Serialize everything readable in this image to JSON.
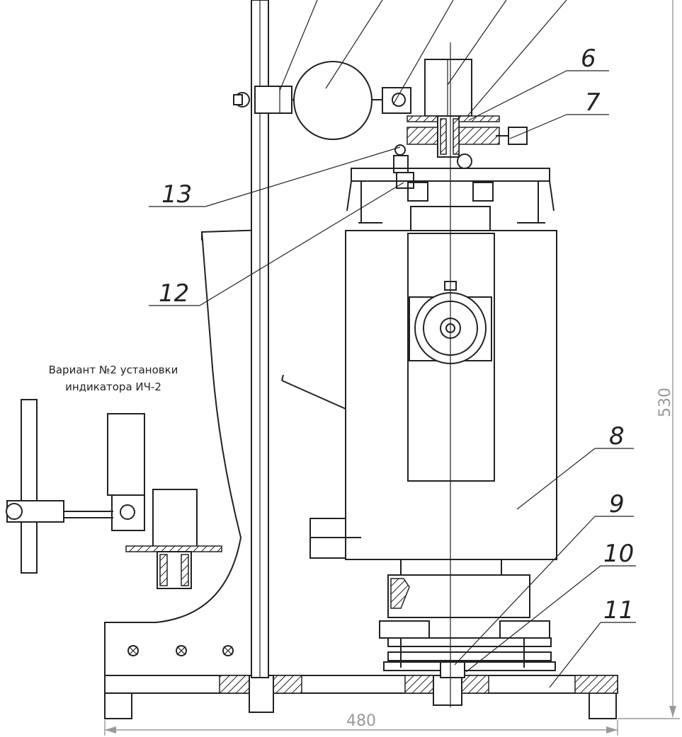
{
  "callouts": {
    "n6": "6",
    "n7": "7",
    "n8": "8",
    "n9": "9",
    "n10": "10",
    "n11": "11",
    "n12": "12",
    "n13": "13"
  },
  "dimensions": {
    "height": "530",
    "width": "480"
  },
  "note": {
    "line1": "Вариант №2 установки",
    "line2": "индикатора ИЧ-2"
  }
}
